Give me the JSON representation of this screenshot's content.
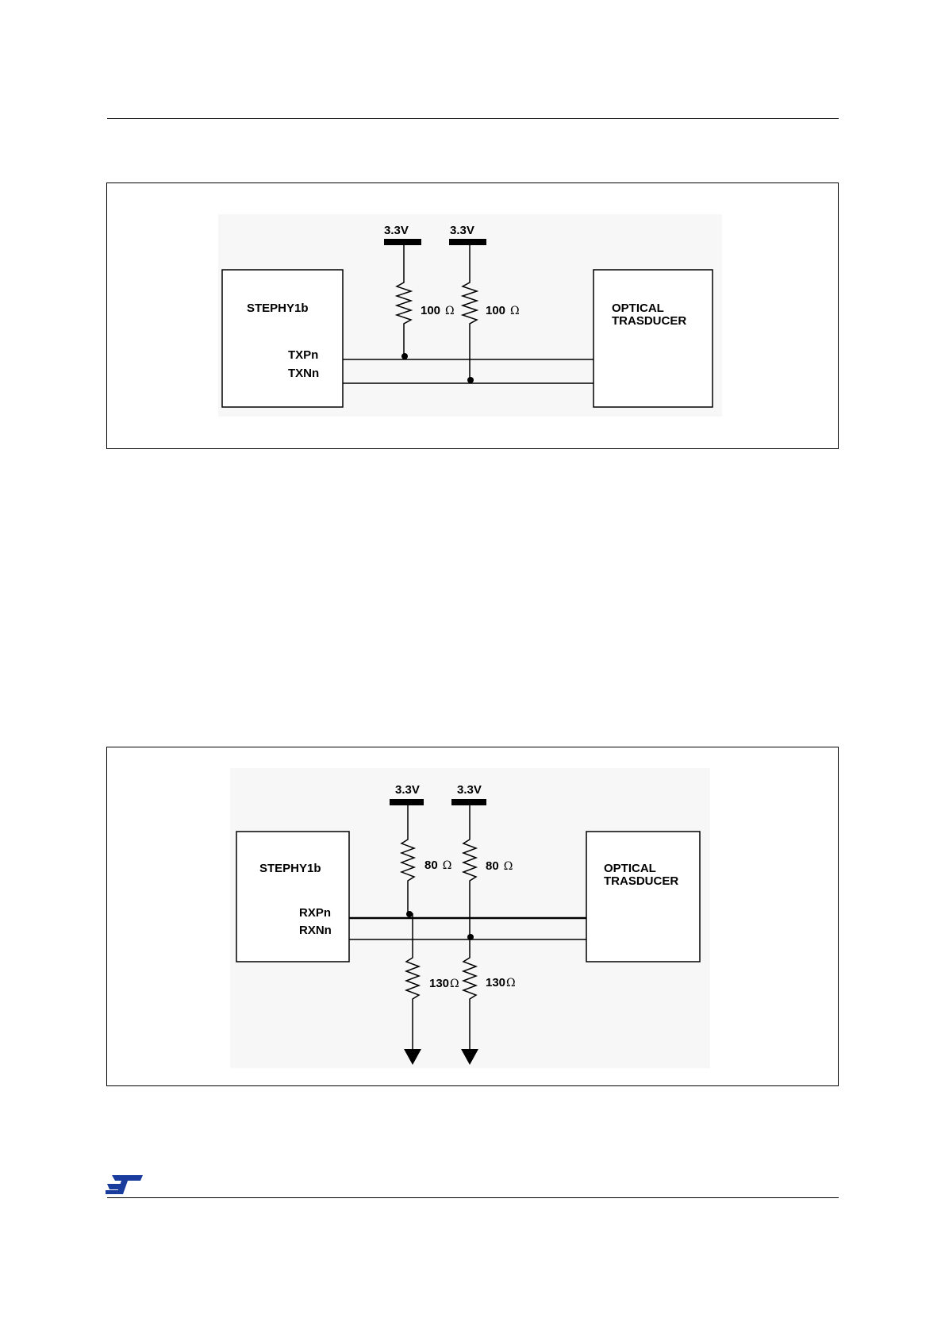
{
  "figure1": {
    "supplies": [
      "3.3V",
      "3.3V"
    ],
    "resistors": [
      {
        "value": "100",
        "unit": "Ω"
      },
      {
        "value": "100",
        "unit": "Ω"
      }
    ],
    "left_block": {
      "name": "STEPHY1b",
      "pins": [
        "TXPn",
        "TXNn"
      ]
    },
    "right_block": {
      "line1": "OPTICAL",
      "line2": "TRASDUCER"
    }
  },
  "figure2": {
    "supplies": [
      "3.3V",
      "3.3V"
    ],
    "pullups": [
      {
        "value": "80",
        "unit": "Ω"
      },
      {
        "value": "80",
        "unit": "Ω"
      }
    ],
    "pulldowns": [
      {
        "value": "130",
        "unit": "Ω"
      },
      {
        "value": "130",
        "unit": "Ω"
      }
    ],
    "left_block": {
      "name": "STEPHY1b",
      "pins": [
        "RXPn",
        "RXNn"
      ]
    },
    "right_block": {
      "line1": "OPTICAL",
      "line2": "TRASDUCER"
    }
  },
  "logo": {
    "name": "st-logo-icon",
    "color": "#1a3c9c"
  }
}
